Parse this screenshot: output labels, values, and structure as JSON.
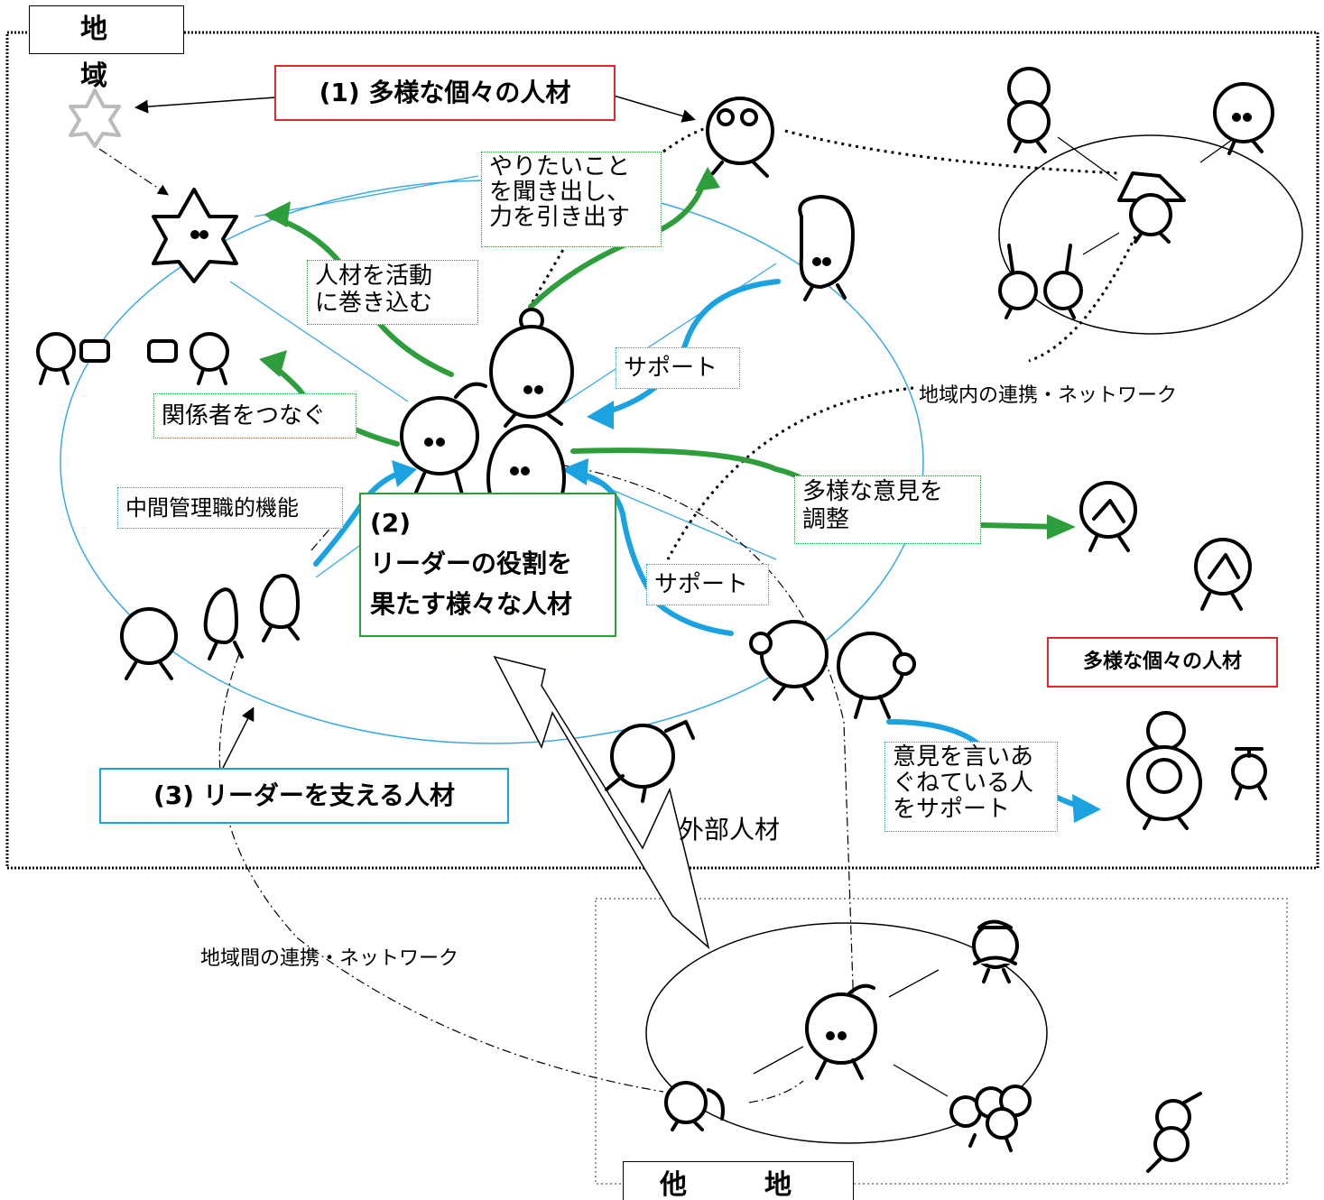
{
  "regions": {
    "local": "地　域",
    "other": "他　地　域"
  },
  "labels": {
    "diverse_title": "(1) 多様な個々の人材",
    "leaders_title": "(2)\nリーダーの役割を\n果たす様々な人材",
    "support_title": "(3) リーダーを支える人材",
    "diverse_small": "多様な個々の人材",
    "draw_out": "やりたいこと\nを聞き出し、\n力を引き出す",
    "involve": "人材を活動\nに巻き込む",
    "connect": "関係者をつなぐ",
    "middle_mgmt": "中間管理職的機能",
    "support1": "サポート",
    "support2": "サポート",
    "coordinate": "多様な意見を\n調整",
    "support_hesitant": "意見を言いあ\nぐねている人\nをサポート",
    "local_network": "地域内の連携・ネットワーク",
    "interregional": "地域間の連携・ネットワーク",
    "external": "外部人材"
  },
  "colors": {
    "green": "#2e9e3c",
    "blue": "#1aa3e0",
    "red": "#e0282c",
    "thin_blue": "#39a9e8"
  }
}
